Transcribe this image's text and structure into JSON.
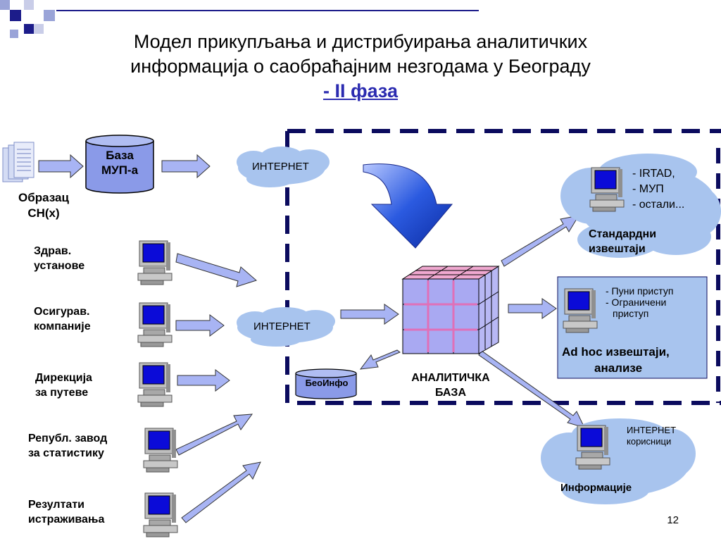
{
  "title": {
    "line1": "Модел прикупљања и дистрибуирања аналитичких",
    "line2": "информација о саобраћајним незгодама у Београду",
    "phase": "- II фаза"
  },
  "sources": {
    "form": "Образац СН(х)",
    "db_line1": "База",
    "db_line2": "МУП-а",
    "health": [
      "Здрав.",
      "установе"
    ],
    "insurance": [
      "Осигурав.",
      "компаније"
    ],
    "roads": [
      "Дирекција",
      "за путеве"
    ],
    "statistics": [
      "Републ. завод",
      "за статистику"
    ],
    "research": [
      "Резултати",
      "истраживања"
    ]
  },
  "internet_top": "ИНТЕРНЕТ",
  "internet_mid": "ИНТЕРНЕТ",
  "analytic_db": [
    "АНАЛИТИЧКА",
    "БАЗА"
  ],
  "beoinfo": "БеоИнфо",
  "standard_reports": {
    "items": [
      "- IRTAD,",
      "- МУП",
      "- остали..."
    ],
    "label": [
      "Стандардни",
      "извештаји"
    ]
  },
  "adhoc": {
    "items": [
      "- Пуни приступ",
      "- Ограничени",
      "приступ"
    ],
    "label": [
      "Ad hoc извештаји,",
      "анализе"
    ]
  },
  "internet_users": {
    "text": [
      "ИНТЕРНЕТ",
      "корисници"
    ],
    "label": "Информације"
  },
  "page_number": "12",
  "colors": {
    "cloud": "#a8c4ee",
    "arrow": "#a8b4f4",
    "cube_front": "#a9a9f2",
    "cube_top": "#f0a8d0",
    "dashed": "#0b0b5e",
    "db": "#8a9ae8",
    "adhoc_box": "#a8c4ee"
  }
}
